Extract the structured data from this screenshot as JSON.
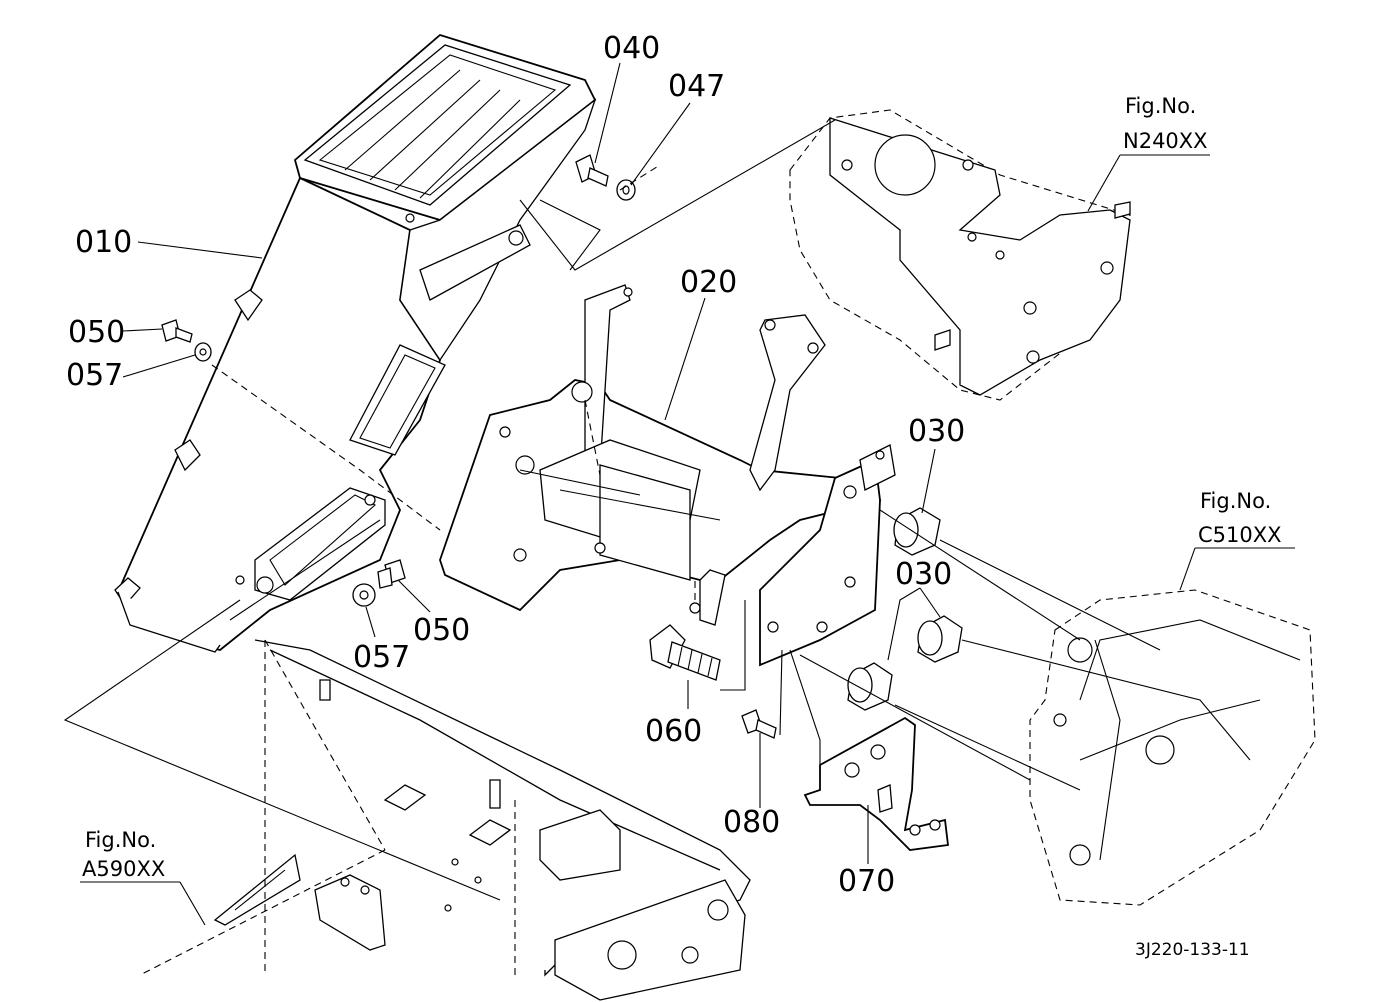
{
  "diagram": {
    "drawing_code": "3J220-133-11",
    "part_labels": {
      "p010": "010",
      "p020": "020",
      "p030a": "030",
      "p030b": "030",
      "p040": "040",
      "p047": "047",
      "p050a": "050",
      "p057a": "057",
      "p050b": "050",
      "p057b": "057",
      "p060": "060",
      "p070": "070",
      "p080": "080"
    },
    "figure_refs": {
      "n240": {
        "line1": "Fig.No.",
        "line2": "N240XX"
      },
      "c510": {
        "line1": "Fig.No.",
        "line2": "C510XX"
      },
      "a590": {
        "line1": "Fig.No.",
        "line2": "A590XX"
      }
    }
  }
}
